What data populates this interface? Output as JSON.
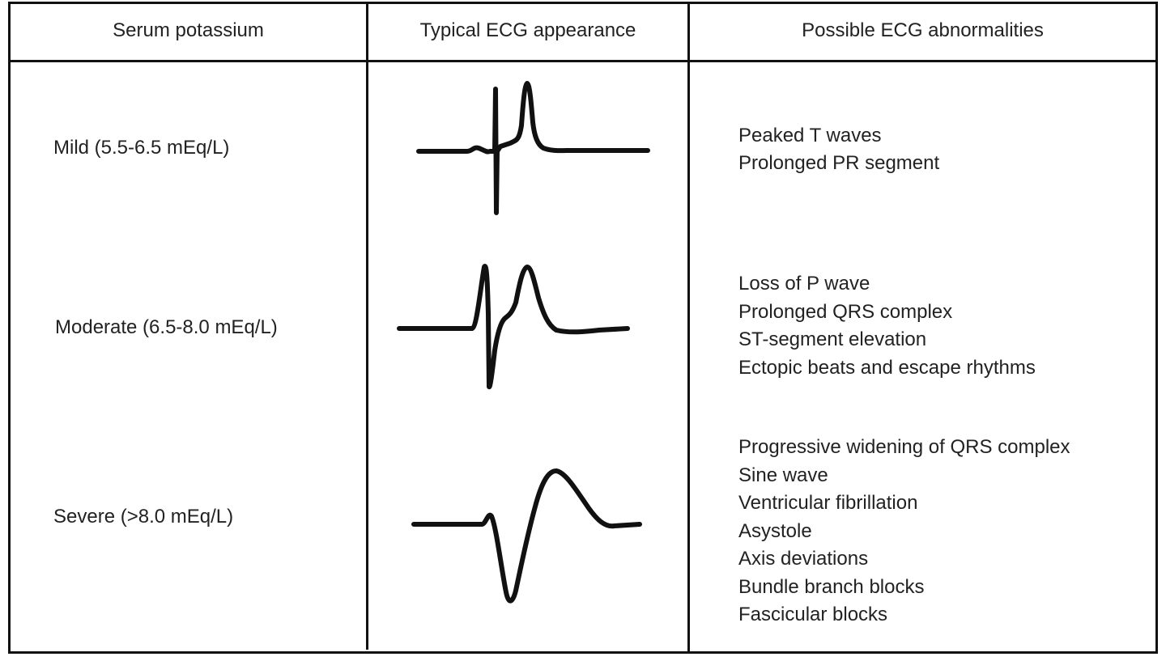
{
  "table": {
    "headers": {
      "serum": "Serum potassium",
      "ecg": "Typical ECG appearance",
      "abnormalities": "Possible ECG abnormalities"
    },
    "rows": [
      {
        "level": "Mild (5.5-6.5 mEq/L)",
        "waveform": "mild-hyperkalemia-ecg-trace",
        "abnormalities": [
          "Peaked T waves",
          "Prolonged PR segment"
        ]
      },
      {
        "level": "Moderate (6.5-8.0 mEq/L)",
        "waveform": "moderate-hyperkalemia-ecg-trace",
        "abnormalities": [
          "Loss of P wave",
          "Prolonged QRS complex",
          "ST-segment elevation",
          "Ectopic beats and escape rhythms"
        ]
      },
      {
        "level": "Severe (>8.0 mEq/L)",
        "waveform": "severe-hyperkalemia-ecg-trace",
        "abnormalities": [
          "Progressive widening of QRS complex",
          "Sine wave",
          "Ventricular fibrillation",
          "Asystole",
          "Axis deviations",
          "Bundle branch blocks",
          "Fascicular blocks"
        ]
      }
    ]
  }
}
